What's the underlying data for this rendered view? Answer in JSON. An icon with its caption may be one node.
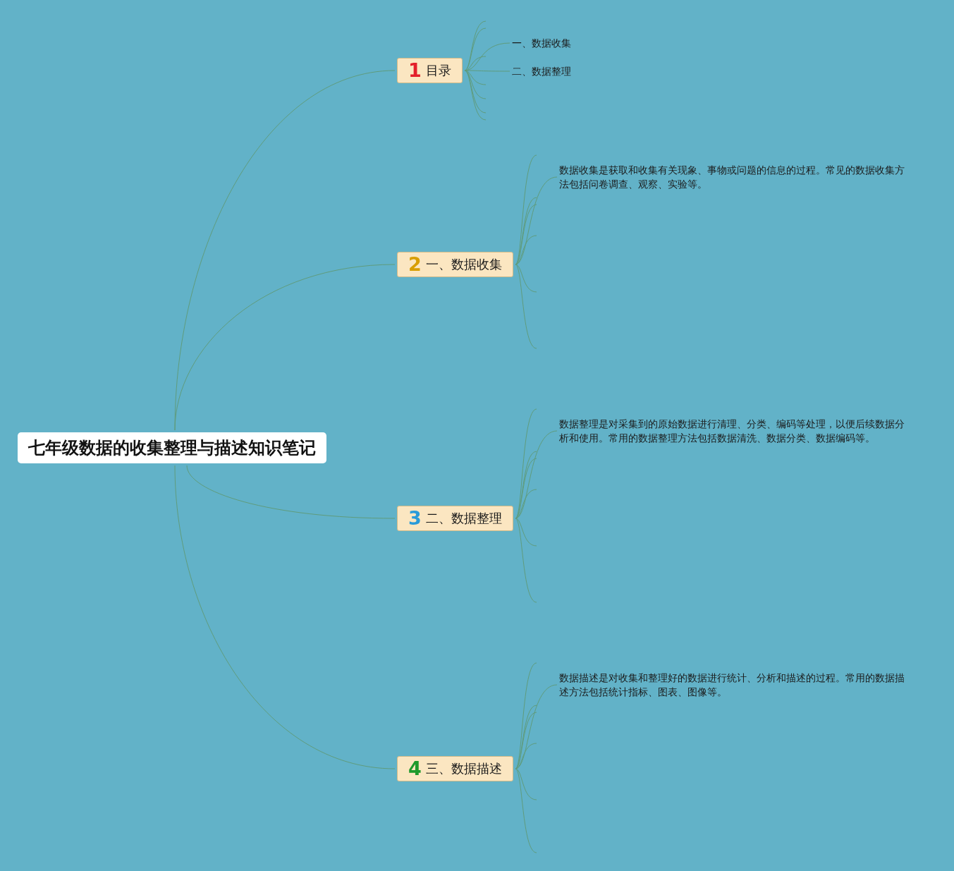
{
  "diagram": {
    "nodes": [
      {
        "text": [
          "七年级数据的收集整理与描述知识笔记"
        ]
      },
      {
        "text": [
          "1",
          "目录"
        ]
      },
      {
        "text": [
          "一、数据收集"
        ]
      },
      {
        "text": [
          "二、数据整理"
        ]
      },
      {
        "text": [
          "2",
          "一、数据收集"
        ]
      },
      {
        "text": [
          "数据收集是获取和收集有关现象、事物或问题的信息的过程。常见的数据收集方法包括问卷调查、观察、实验等。"
        ]
      },
      {
        "text": [
          "3",
          "二、数据整理"
        ]
      },
      {
        "text": [
          "数据整理是对采集到的原始数据进行清理、分类、编码等处理，以便后续数据分析和使用。常用的数据整理方法包括数据清洗、数据分类、数据编码等。"
        ]
      },
      {
        "text": [
          "4",
          "三、数据描述"
        ]
      },
      {
        "text": [
          "数据描述是对收集和整理好的数据进行统计、分析和描述的过程。常用的数据描述方法包括统计指标、图表、图像等。"
        ]
      }
    ],
    "edges": [
      {
        "from": 0,
        "to": 1,
        "arrow": "none"
      },
      {
        "from": 0,
        "to": 4,
        "arrow": "none"
      },
      {
        "from": 0,
        "to": 6,
        "arrow": "none"
      },
      {
        "from": 0,
        "to": 8,
        "arrow": "none"
      },
      {
        "from": 1,
        "to": null,
        "arrow": "none"
      },
      {
        "from": 1,
        "to": null,
        "arrow": "none"
      },
      {
        "from": 1,
        "to": 2,
        "arrow": "none"
      },
      {
        "from": 1,
        "to": null,
        "arrow": "none"
      },
      {
        "from": 1,
        "to": 3,
        "arrow": "none"
      },
      {
        "from": 1,
        "to": null,
        "arrow": "none"
      },
      {
        "from": 1,
        "to": null,
        "arrow": "none"
      },
      {
        "from": 1,
        "to": null,
        "arrow": "none"
      },
      {
        "from": 1,
        "to": null,
        "arrow": "none"
      },
      {
        "from": 4,
        "to": null,
        "arrow": "none"
      },
      {
        "from": 4,
        "to": 5,
        "arrow": "none"
      },
      {
        "from": 4,
        "to": null,
        "arrow": "none"
      },
      {
        "from": 4,
        "to": null,
        "arrow": "none"
      },
      {
        "from": 4,
        "to": null,
        "arrow": "none"
      },
      {
        "from": 4,
        "to": null,
        "arrow": "none"
      },
      {
        "from": 4,
        "to": null,
        "arrow": "none"
      },
      {
        "from": 6,
        "to": null,
        "arrow": "none"
      },
      {
        "from": 6,
        "to": 7,
        "arrow": "none"
      },
      {
        "from": 6,
        "to": null,
        "arrow": "none"
      },
      {
        "from": 6,
        "to": null,
        "arrow": "none"
      },
      {
        "from": 6,
        "to": null,
        "arrow": "none"
      },
      {
        "from": 6,
        "to": null,
        "arrow": "none"
      },
      {
        "from": 6,
        "to": null,
        "arrow": "none"
      },
      {
        "from": 8,
        "to": null,
        "arrow": "none"
      },
      {
        "from": 8,
        "to": 9,
        "arrow": "none"
      },
      {
        "from": 8,
        "to": null,
        "arrow": "none"
      },
      {
        "from": 8,
        "to": null,
        "arrow": "none"
      },
      {
        "from": 8,
        "to": null,
        "arrow": "none"
      },
      {
        "from": 8,
        "to": null,
        "arrow": "none"
      },
      {
        "from": 8,
        "to": null,
        "arrow": "none"
      }
    ]
  }
}
